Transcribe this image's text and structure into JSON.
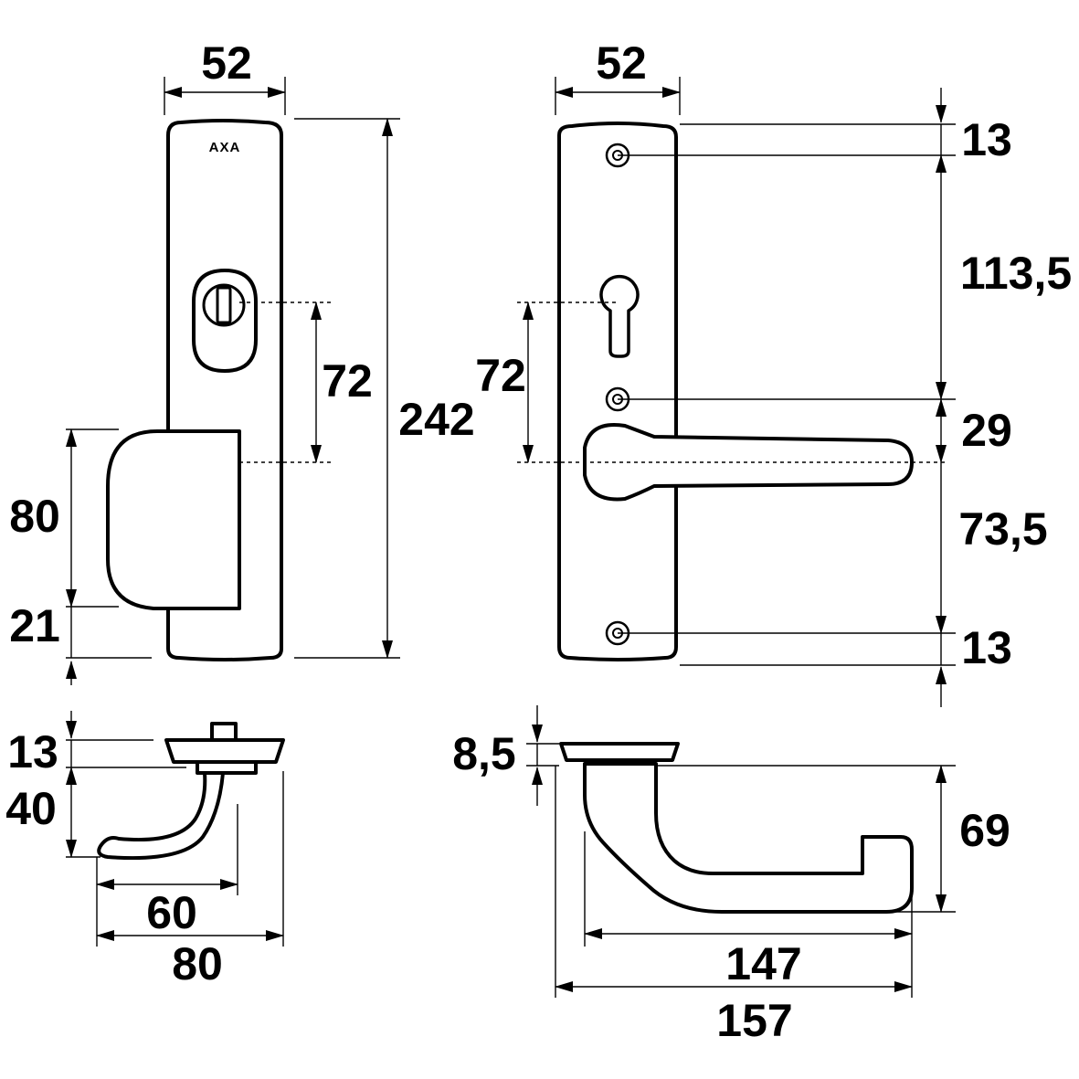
{
  "logo_text": "AXA",
  "dimensions": {
    "left_front_width": "52",
    "left_cyl_to_handle": "72",
    "left_total_height": "242",
    "left_knob_height": "80",
    "left_bottom_gap": "21",
    "left_side_base": "13",
    "left_side_projection": "40",
    "left_side_reach": "60",
    "left_side_total": "80",
    "right_front_width": "52",
    "right_top_margin": "13",
    "right_screw_to_screw": "113,5",
    "right_cyl_to_handle": "72",
    "right_screw_to_handle": "29",
    "right_handle_to_screw": "73,5",
    "right_bottom_margin": "13",
    "right_side_rose": "8,5",
    "right_side_projection": "69",
    "right_side_handle_length": "147",
    "right_side_total": "157"
  },
  "colors": {
    "line": "#000000",
    "background": "#ffffff"
  }
}
